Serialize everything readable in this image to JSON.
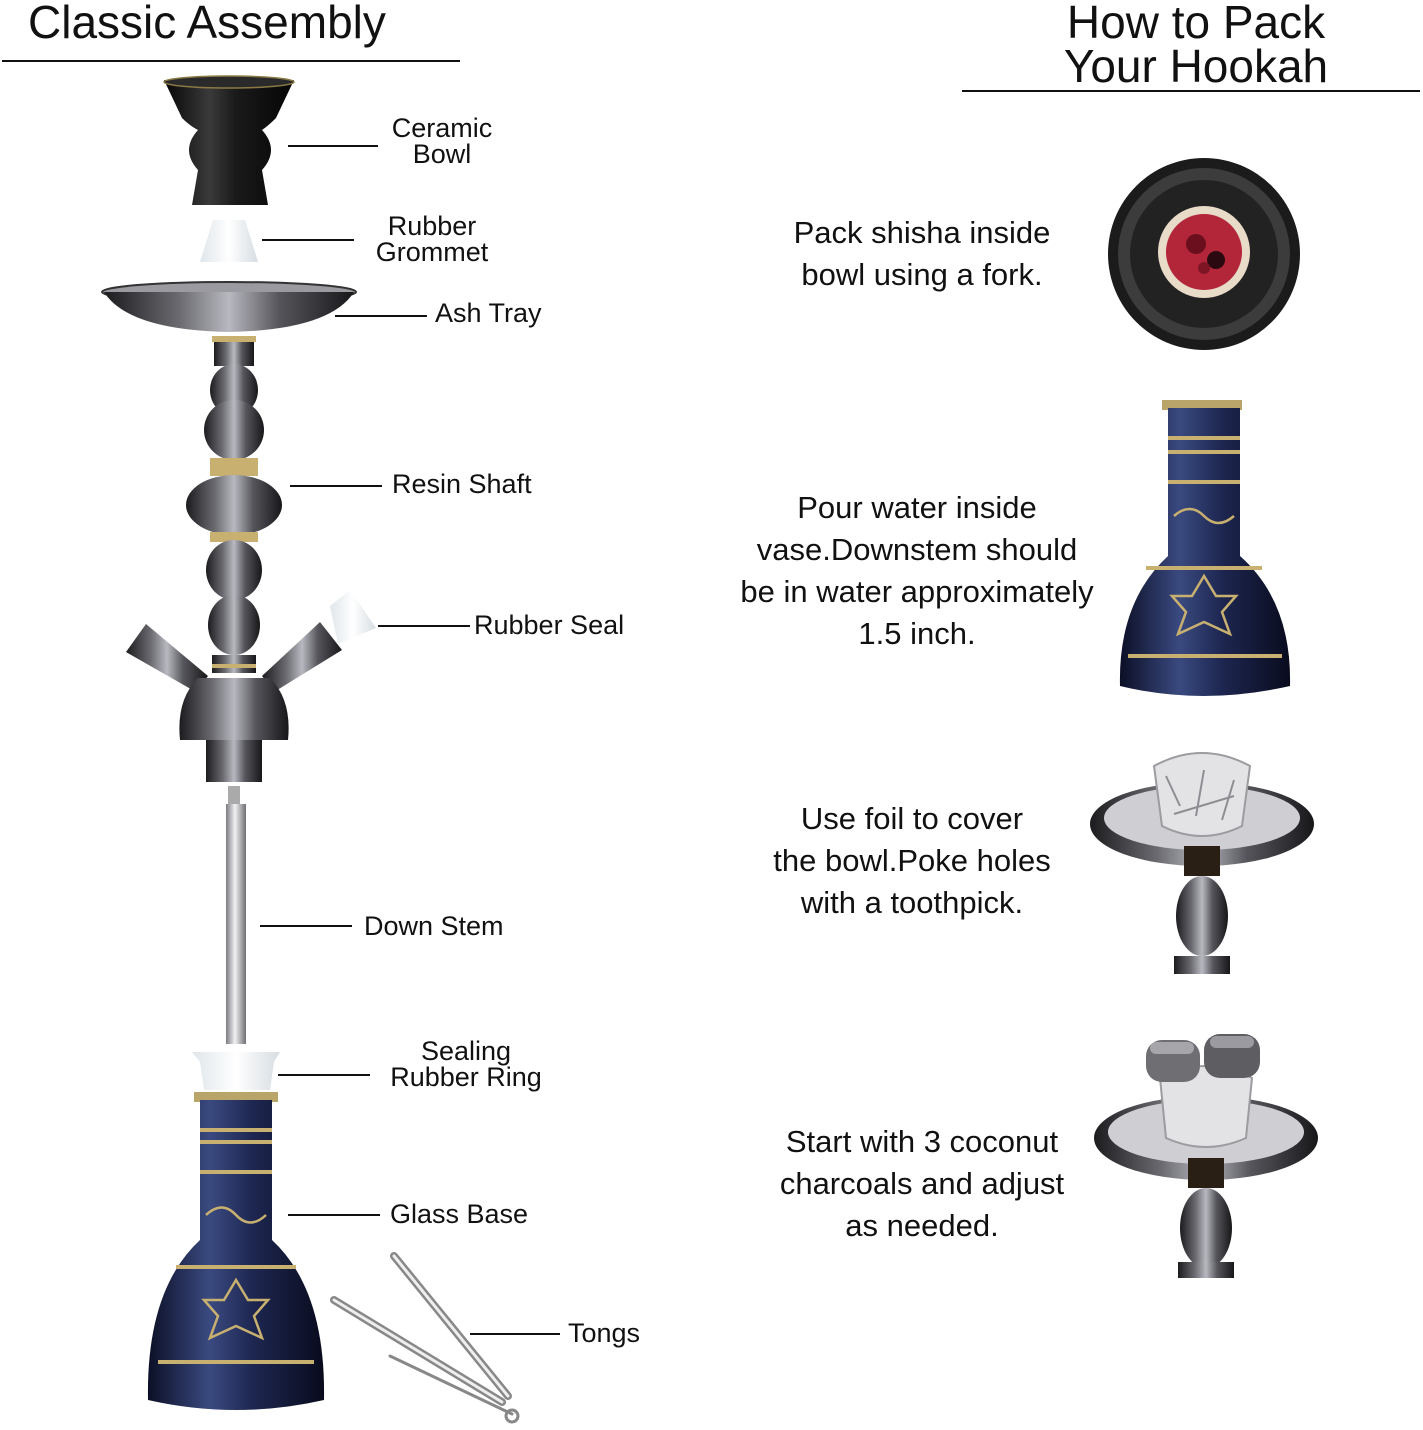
{
  "left": {
    "title": "Classic Assembly",
    "parts": [
      {
        "line1": "Ceramic",
        "line2": "Bowl"
      },
      {
        "line1": "Rubber",
        "line2": "Grommet"
      },
      {
        "line1": "Ash Tray"
      },
      {
        "line1": "Resin Shaft"
      },
      {
        "line1": "Rubber Seal"
      },
      {
        "line1": "Down Stem"
      },
      {
        "line1": "Sealing",
        "line2": "Rubber Ring"
      },
      {
        "line1": "Glass Base"
      },
      {
        "line1": "Tongs"
      }
    ]
  },
  "right": {
    "title_line1": "How to Pack",
    "title_line2": "Your Hookah",
    "steps": [
      {
        "lines": [
          "Pack shisha inside",
          "bowl using a fork."
        ]
      },
      {
        "lines": [
          "Pour water inside",
          "vase.Downstem should",
          "be in water approximately",
          "1.5 inch."
        ]
      },
      {
        "lines": [
          "Use foil to cover",
          "the bowl.Poke holes",
          "with a toothpick."
        ]
      },
      {
        "lines": [
          "Start with 3 coconut",
          "charcoals and adjust",
          "as needed."
        ]
      }
    ]
  }
}
